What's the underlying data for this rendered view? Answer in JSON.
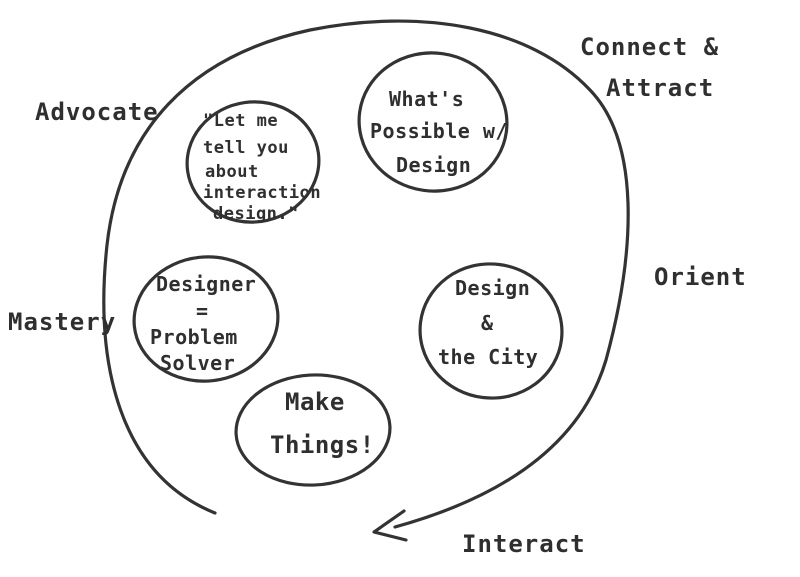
{
  "diagram": {
    "outer_labels": [
      {
        "id": "advocate",
        "text": "Advocate"
      },
      {
        "id": "connect",
        "text": "Connect &"
      },
      {
        "id": "attract",
        "text": "Attract"
      },
      {
        "id": "orient",
        "text": "Orient"
      },
      {
        "id": "mastery",
        "text": "Mastery"
      },
      {
        "id": "interact",
        "text": "Interact"
      }
    ],
    "bubbles": [
      {
        "id": "let-me-tell-you",
        "lines": [
          "\"Let me",
          "tell you",
          "about",
          "interaction",
          "design.\""
        ]
      },
      {
        "id": "whats-possible",
        "lines": [
          "What's",
          "Possible w/",
          "Design"
        ]
      },
      {
        "id": "designer-problem-solver",
        "lines": [
          "Designer",
          "=",
          "Problem",
          "Solver"
        ]
      },
      {
        "id": "design-city",
        "lines": [
          "Design",
          "&",
          "the City"
        ]
      },
      {
        "id": "make-things",
        "lines": [
          "Make",
          "Things!"
        ]
      }
    ]
  }
}
